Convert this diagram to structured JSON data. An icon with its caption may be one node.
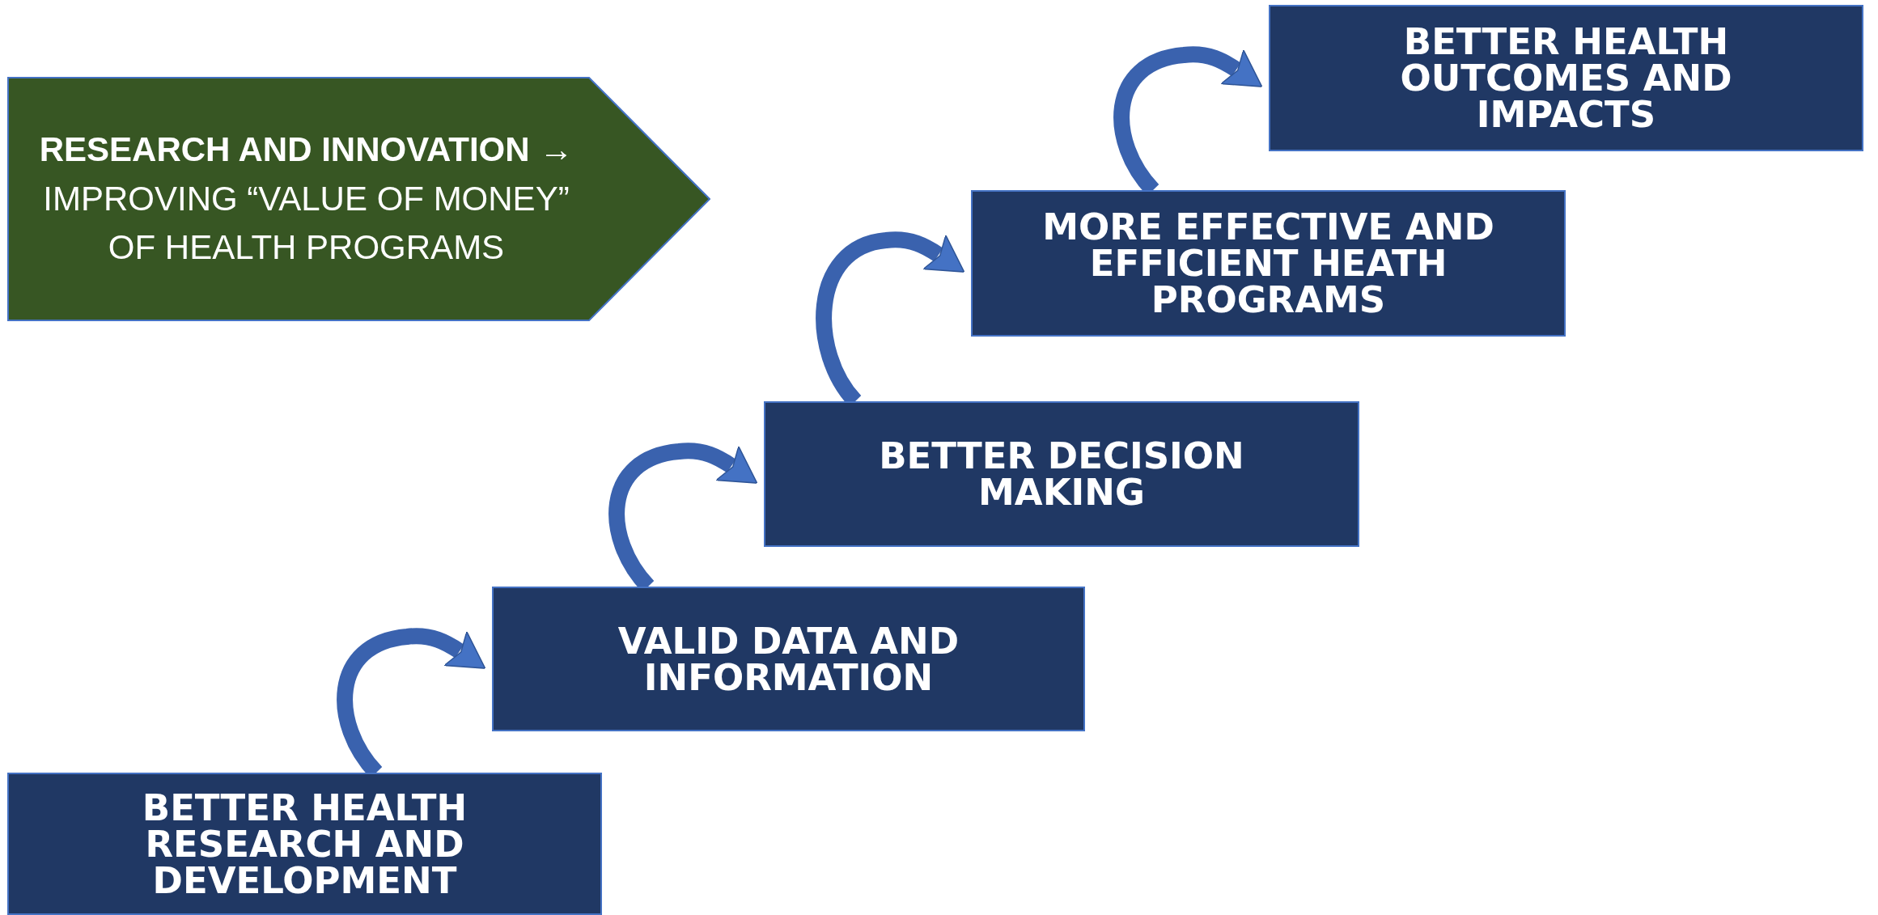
{
  "diagram": {
    "nodes": [
      {
        "text": [
          "RESEARCH AND INNOVATION →",
          "IMPROVING “VALUE OF MONEY” OF HEALTH PROGRAMS"
        ]
      },
      {
        "text": [
          "BETTER HEALTH OUTCOMES AND IMPACTS"
        ]
      },
      {
        "text": [
          "MORE EFFECTIVE AND EFFICIENT HEATH PROGRAMS"
        ]
      },
      {
        "text": [
          "BETTER DECISION MAKING"
        ]
      },
      {
        "text": [
          "VALID DATA AND INFORMATION"
        ]
      },
      {
        "text": [
          "BETTER HEALTH RESEARCH AND DEVELOPMENT"
        ]
      }
    ],
    "edges": [
      {
        "from": 5,
        "to": 4,
        "arrow": "to"
      },
      {
        "from": 4,
        "to": 3,
        "arrow": "to"
      },
      {
        "from": 3,
        "to": 2,
        "arrow": "to"
      },
      {
        "from": 2,
        "to": 1,
        "arrow": "to"
      }
    ]
  }
}
